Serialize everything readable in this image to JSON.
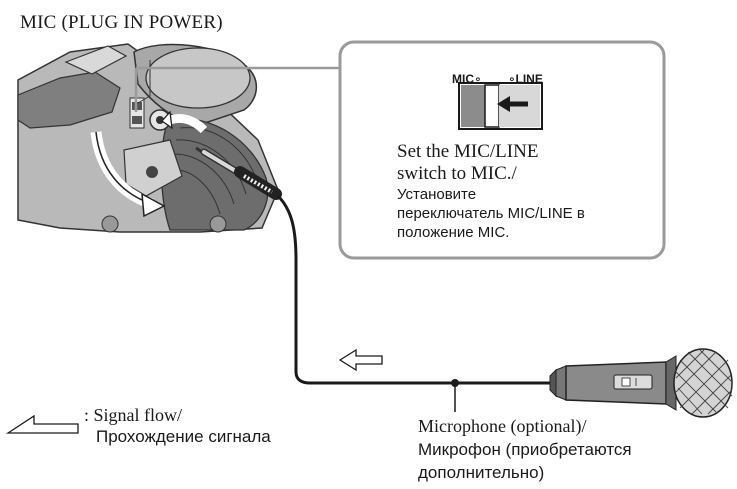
{
  "page": {
    "title": "MIC (PLUG IN POWER)"
  },
  "callout": {
    "switch_mic_label": "MIC∘",
    "switch_line_label": "∘LINE",
    "instruction_en_1": "Set the MIC/LINE",
    "instruction_en_2": "switch to MIC./",
    "instruction_ru_1": "Установите",
    "instruction_ru_2": "переключатель MIC/LINE в",
    "instruction_ru_3": "положение MIC."
  },
  "legend": {
    "signal_en": ": Signal flow/",
    "signal_ru": "Прохождение сигнала"
  },
  "microphone": {
    "label_en": "Microphone (optional)/",
    "label_ru_1": "Микрофон (приобретаются",
    "label_ru_2": "дополнительно)"
  },
  "icons": [
    "camcorder-illustration",
    "mic-line-switch-icon",
    "microphone-icon",
    "signal-flow-arrow-icon"
  ],
  "colors": {
    "line": "#1a1a1a",
    "callout_border": "#9a9a9a",
    "device_grey": "#8a8a8a"
  }
}
